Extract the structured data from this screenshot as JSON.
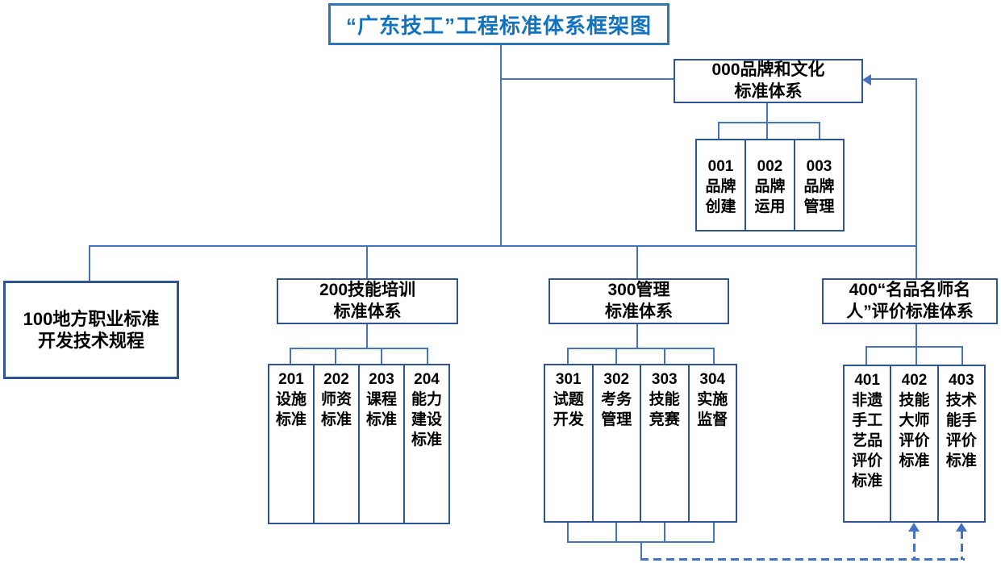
{
  "title": "“广东技工”工程标准体系框架图",
  "nodes": {
    "n000": "000品牌和文化\n标准体系",
    "n001": "001\n品牌\n创建",
    "n002": "002\n品牌\n运用",
    "n003": "003\n品牌\n管理",
    "n100": "100地方职业标准\n开发技术规程",
    "n200": "200技能培训\n标准体系",
    "n201": "201\n设施\n标准",
    "n202": "202\n师资\n标准",
    "n203": "203\n课程\n标准",
    "n204": "204\n能力\n建设\n标准",
    "n300": "300管理\n标准体系",
    "n301": "301\n试题\n开发",
    "n302": "302\n考务\n管理",
    "n303": "303\n技能\n竞赛",
    "n304": "304\n实施\n监督",
    "n400": "400“名品名师名\n人”评价标准体系",
    "n401": "401\n非遗\n手工\n艺品\n评价\n标准",
    "n402": "402\n技能\n大师\n评价\n标准",
    "n403": "403\n技术\n能手\n评价\n标准"
  },
  "hierarchy": {
    "root": "title",
    "root_children": [
      "n100",
      "n200",
      "n300",
      "n400"
    ],
    "n000_children": [
      "n001",
      "n002",
      "n003"
    ],
    "n200_children": [
      "n201",
      "n202",
      "n203",
      "n204"
    ],
    "n300_children": [
      "n301",
      "n302",
      "n303",
      "n304"
    ],
    "n400_children": [
      "n401",
      "n402",
      "n403"
    ],
    "solid_arrow": "main-rail -> n000 (arrow into right edge)",
    "dashed_arrows": "n301-n304 merged stem -> n402 and n403 (arrows into bottom edges)"
  },
  "colors": {
    "connector_blue": "#4472C4",
    "box_border_blue": "#2F5496",
    "title_border_blue": "#2E75B6",
    "title_text_blue": "#1272BE",
    "node_text": "#000000",
    "background": "#FFFFFF"
  }
}
